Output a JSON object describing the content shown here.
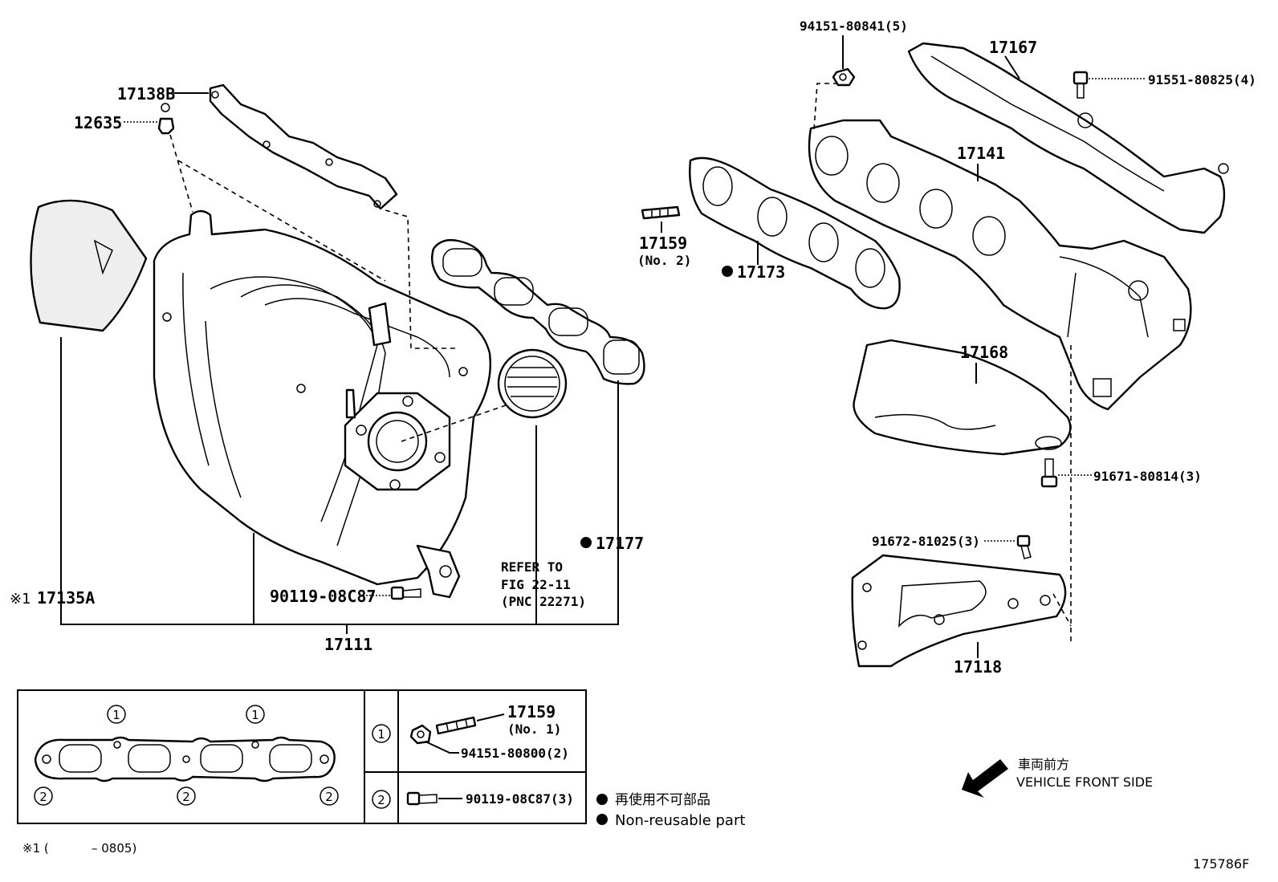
{
  "labels": {
    "p17138B": "17138B",
    "p12635": "12635",
    "p17135A_mark": "※1",
    "p17135A": "17135A",
    "p90119_08C87": "90119-08C87",
    "p17111": "17111",
    "refer_1": "REFER TO",
    "refer_2": "FIG 22-11",
    "refer_3": "(PNC 22271)",
    "p17177": "17177",
    "p17159_no2": "17159",
    "p17159_no2_sub": "(No. 2)",
    "p17173": "17173",
    "p94151_80841": "94151-80841(5)",
    "p17167": "17167",
    "p91551_80825": "91551-80825(4)",
    "p17141": "17141",
    "p17168": "17168",
    "p91671_80814": "91671-80814(3)",
    "p91672_81025": "91672-81025(3)",
    "p17118": "17118"
  },
  "inset": {
    "circle_1": "1",
    "circle_2": "2",
    "row1_part": "17159",
    "row1_part_sub": "(No. 1)",
    "row1_nut": "94151-80800(2)",
    "row2_bolt": "90119-08C87(3)"
  },
  "legend": {
    "jp": "再使用不可部品",
    "en": "Non-reusable part"
  },
  "direction": {
    "jp": "車両前方",
    "en": "VEHICLE FRONT SIDE"
  },
  "footnote": {
    "mark": "※1 (",
    "range": "– 0805)"
  },
  "figure_id": "175786F"
}
